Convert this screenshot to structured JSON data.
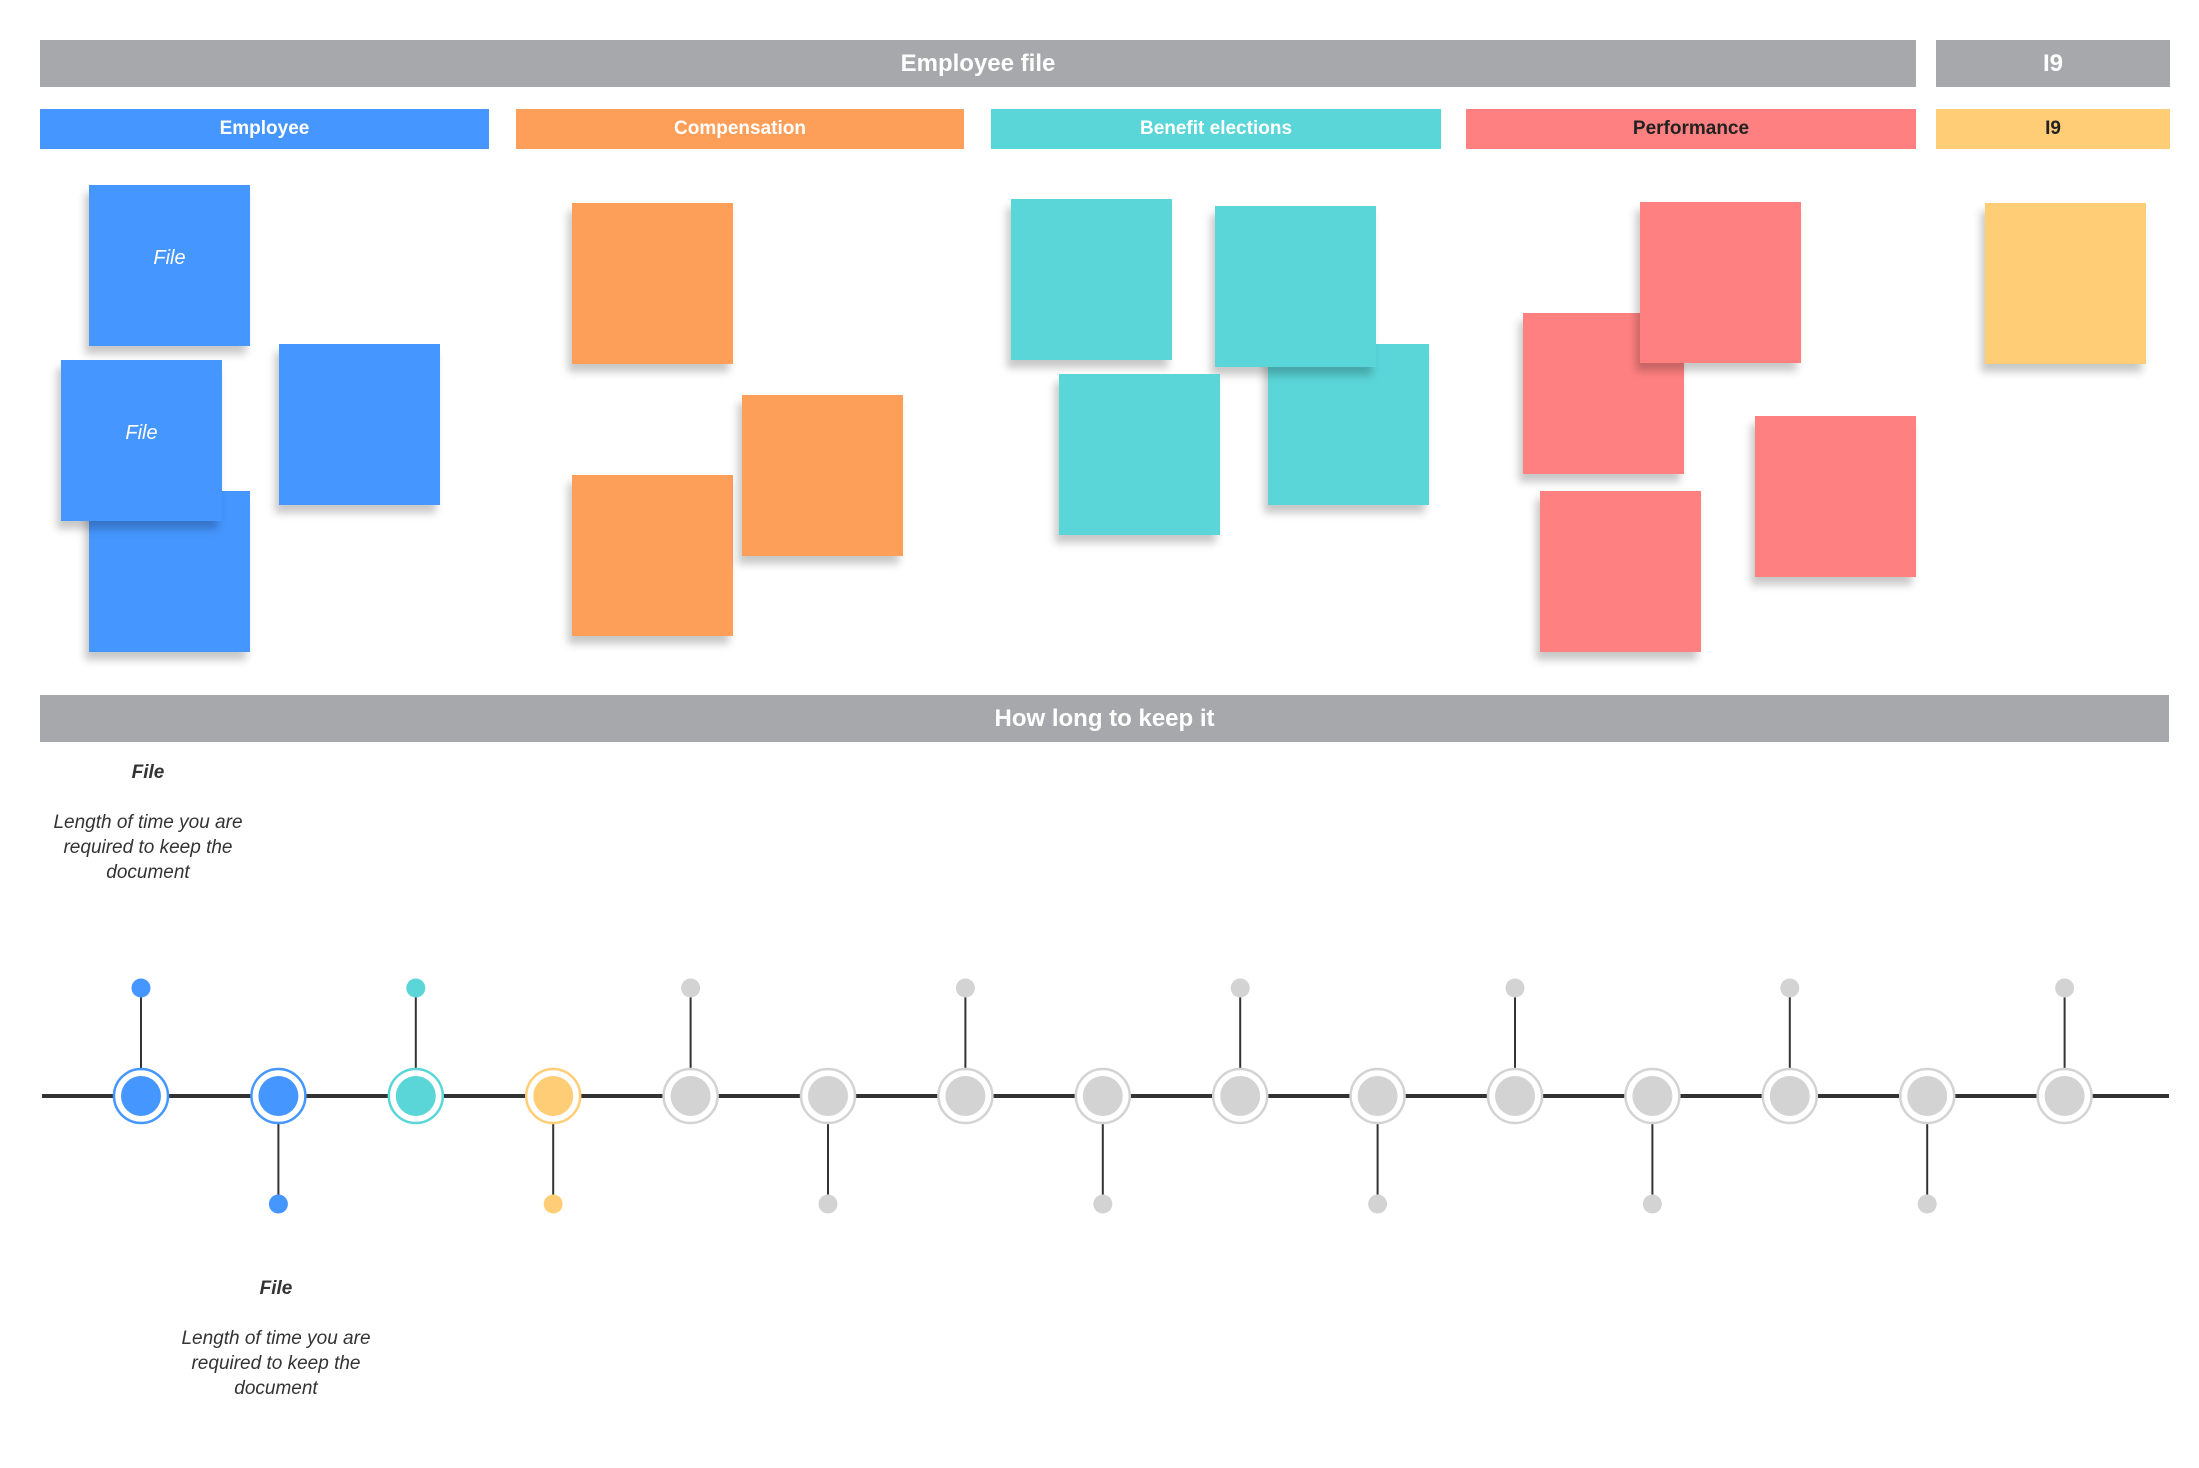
{
  "header": {
    "title": "Employee file",
    "i9_title": "I9"
  },
  "categories": [
    {
      "label": "Employee",
      "color": "#4596ff"
    },
    {
      "label": "Compensation",
      "color": "#fe9f59"
    },
    {
      "label": "Benefit elections",
      "color": "#5ad5d8"
    },
    {
      "label": "Performance",
      "color": "#ff8080"
    },
    {
      "label": "I9",
      "color": "#ffcd76"
    }
  ],
  "stickies": {
    "file_label": "File"
  },
  "section2": {
    "title": "How long to keep it"
  },
  "notes": [
    {
      "title": "File",
      "text": "Length of time you are required to keep the document"
    },
    {
      "title": "File",
      "text": "Length of time you are required to keep the document"
    }
  ],
  "timeline": {
    "line_color": "#333333",
    "nodes": [
      {
        "color": "#4596ff",
        "stem": "up"
      },
      {
        "color": "#4596ff",
        "stem": "down"
      },
      {
        "color": "#5ad5d8",
        "stem": "up"
      },
      {
        "color": "#ffcd76",
        "stem": "down"
      },
      {
        "color": "#d3d3d3",
        "stem": "up"
      },
      {
        "color": "#d3d3d3",
        "stem": "down"
      },
      {
        "color": "#d3d3d3",
        "stem": "up"
      },
      {
        "color": "#d3d3d3",
        "stem": "down"
      },
      {
        "color": "#d3d3d3",
        "stem": "up"
      },
      {
        "color": "#d3d3d3",
        "stem": "down"
      },
      {
        "color": "#d3d3d3",
        "stem": "up"
      },
      {
        "color": "#d3d3d3",
        "stem": "down"
      },
      {
        "color": "#d3d3d3",
        "stem": "up"
      },
      {
        "color": "#d3d3d3",
        "stem": "down"
      },
      {
        "color": "#d3d3d3",
        "stem": "up"
      }
    ]
  }
}
